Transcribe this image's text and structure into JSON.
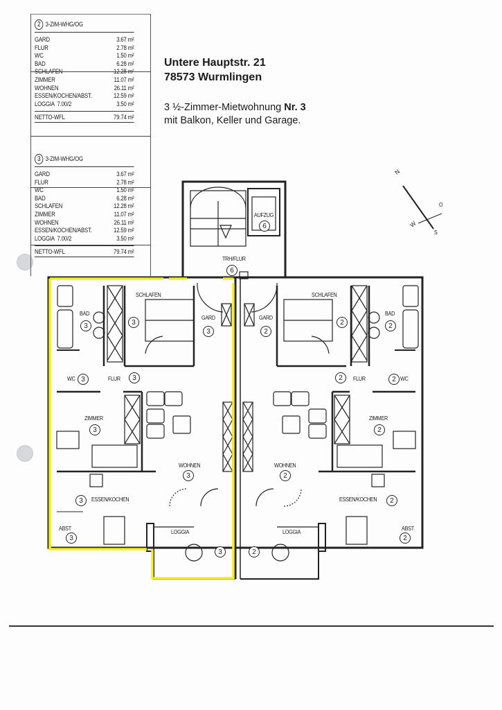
{
  "document": {
    "title_line1": "Untere Hauptstr. 21",
    "title_line2": "78573 Wurmlingen",
    "description_line1_prefix": "3 ½-Zimmer-Mietwohnung ",
    "description_line1_bold": "Nr. 3",
    "description_line2": "mit Balkon, Keller und Garage."
  },
  "area_tables": [
    {
      "unit_number": "2",
      "unit_type": "3-ZIM-WHG/OG",
      "rows": [
        {
          "room": "GARD",
          "area": "3.67",
          "unit": "m²"
        },
        {
          "room": "FLUR",
          "area": "2.78",
          "unit": "m²"
        },
        {
          "room": "WC",
          "area": "1.50",
          "unit": "m²"
        },
        {
          "room": "BAD",
          "area": "6.28",
          "unit": "m²"
        },
        {
          "room": "SCHLAFEN",
          "area": "12.28",
          "unit": "m²"
        },
        {
          "room": "ZIMMER",
          "area": "11.07",
          "unit": "m²"
        },
        {
          "room": "WOHNEN",
          "area": "26.11",
          "unit": "m²"
        },
        {
          "room": "ESSEN/KOCHEN/ABST.",
          "area": "12.59",
          "unit": "m²"
        },
        {
          "room": "LOGGIA  7.00/2",
          "area": "3.50",
          "unit": "m²"
        }
      ],
      "total_label": "NETTO-WFL",
      "total_area": "79.74",
      "total_unit": "m²"
    },
    {
      "unit_number": "3",
      "unit_type": "3-ZIM-WHG/OG",
      "rows": [
        {
          "room": "GARD",
          "area": "3.67",
          "unit": "m²"
        },
        {
          "room": "FLUR",
          "area": "2.78",
          "unit": "m²"
        },
        {
          "room": "WC",
          "area": "1.50",
          "unit": "m²"
        },
        {
          "room": "BAD",
          "area": "6.28",
          "unit": "m²"
        },
        {
          "room": "SCHLAFEN",
          "area": "12.28",
          "unit": "m²"
        },
        {
          "room": "ZIMMER",
          "area": "11.07",
          "unit": "m²"
        },
        {
          "room": "WOHNEN",
          "area": "26.11",
          "unit": "m²"
        },
        {
          "room": "ESSEN/KOCHEN/ABST.",
          "area": "12.59",
          "unit": "m²"
        },
        {
          "room": "LOGGIA  7.00/2",
          "area": "3.50",
          "unit": "m²"
        }
      ],
      "total_label": "NETTO-WFL",
      "total_area": "79.74",
      "total_unit": "m²"
    }
  ],
  "compass": {
    "n": "N",
    "o": "O",
    "s": "S",
    "w": "W"
  },
  "floor_plan": {
    "highlight_color": "#f5ee1a",
    "wall_color": "#222222",
    "common": {
      "stair_hall": {
        "label": "TRH/FLUR",
        "number": "6"
      },
      "elevator": {
        "label": "AUFZUG",
        "number": "6"
      }
    },
    "unit3": {
      "bad": {
        "label": "BAD",
        "number": "3"
      },
      "schlafen": {
        "label": "SCHLAFEN",
        "number": "3"
      },
      "gard": {
        "label": "GARD",
        "number": "3"
      },
      "wc": {
        "label": "WC",
        "number": "3"
      },
      "flur": {
        "label": "FLUR",
        "number": "3"
      },
      "zimmer": {
        "label": "ZIMMER",
        "number": "3"
      },
      "wohnen": {
        "label": "WOHNEN",
        "number": "3"
      },
      "essen": {
        "label": "ESSEN/KOCHEN",
        "number": "3"
      },
      "abst": {
        "label": "ABST",
        "number": "3"
      },
      "loggia": {
        "label": "LOGGIA",
        "number": "3"
      }
    },
    "unit2": {
      "bad": {
        "label": "BAD",
        "number": "2"
      },
      "schlafen": {
        "label": "SCHLAFEN",
        "number": "2"
      },
      "gard": {
        "label": "GARD",
        "number": "2"
      },
      "wc": {
        "label": "WC",
        "number": "2"
      },
      "flur": {
        "label": "FLUR",
        "number": "2"
      },
      "zimmer": {
        "label": "ZIMMER",
        "number": "2"
      },
      "wohnen": {
        "label": "WOHNEN",
        "number": "2"
      },
      "essen": {
        "label": "ESSEN/KOCHEN",
        "number": "2"
      },
      "abst": {
        "label": "ABST",
        "number": "2"
      },
      "loggia": {
        "label": "LOGGIA",
        "number": "2"
      }
    }
  }
}
